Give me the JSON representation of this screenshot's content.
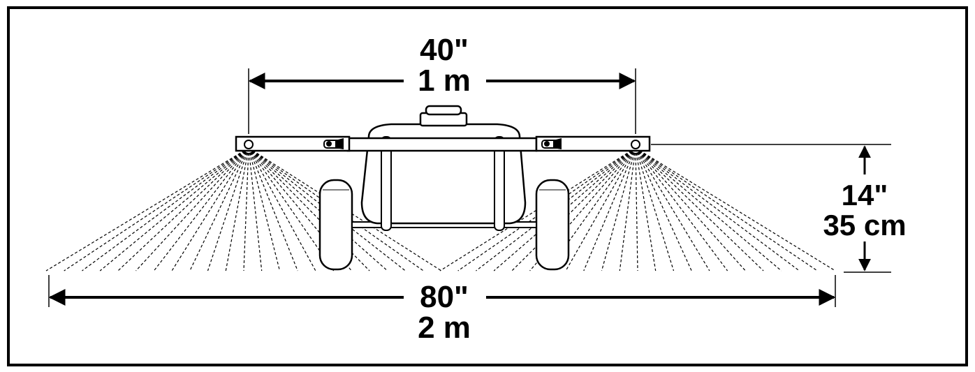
{
  "dimensions": {
    "nozzle_spacing": {
      "imperial": "40\"",
      "metric": "1 m"
    },
    "nozzle_height": {
      "imperial": "14\"",
      "metric": "35 cm"
    },
    "spray_width": {
      "imperial": "80\"",
      "metric": "2 m"
    }
  },
  "colors": {
    "ink": "#000000",
    "paper": "#ffffff"
  }
}
